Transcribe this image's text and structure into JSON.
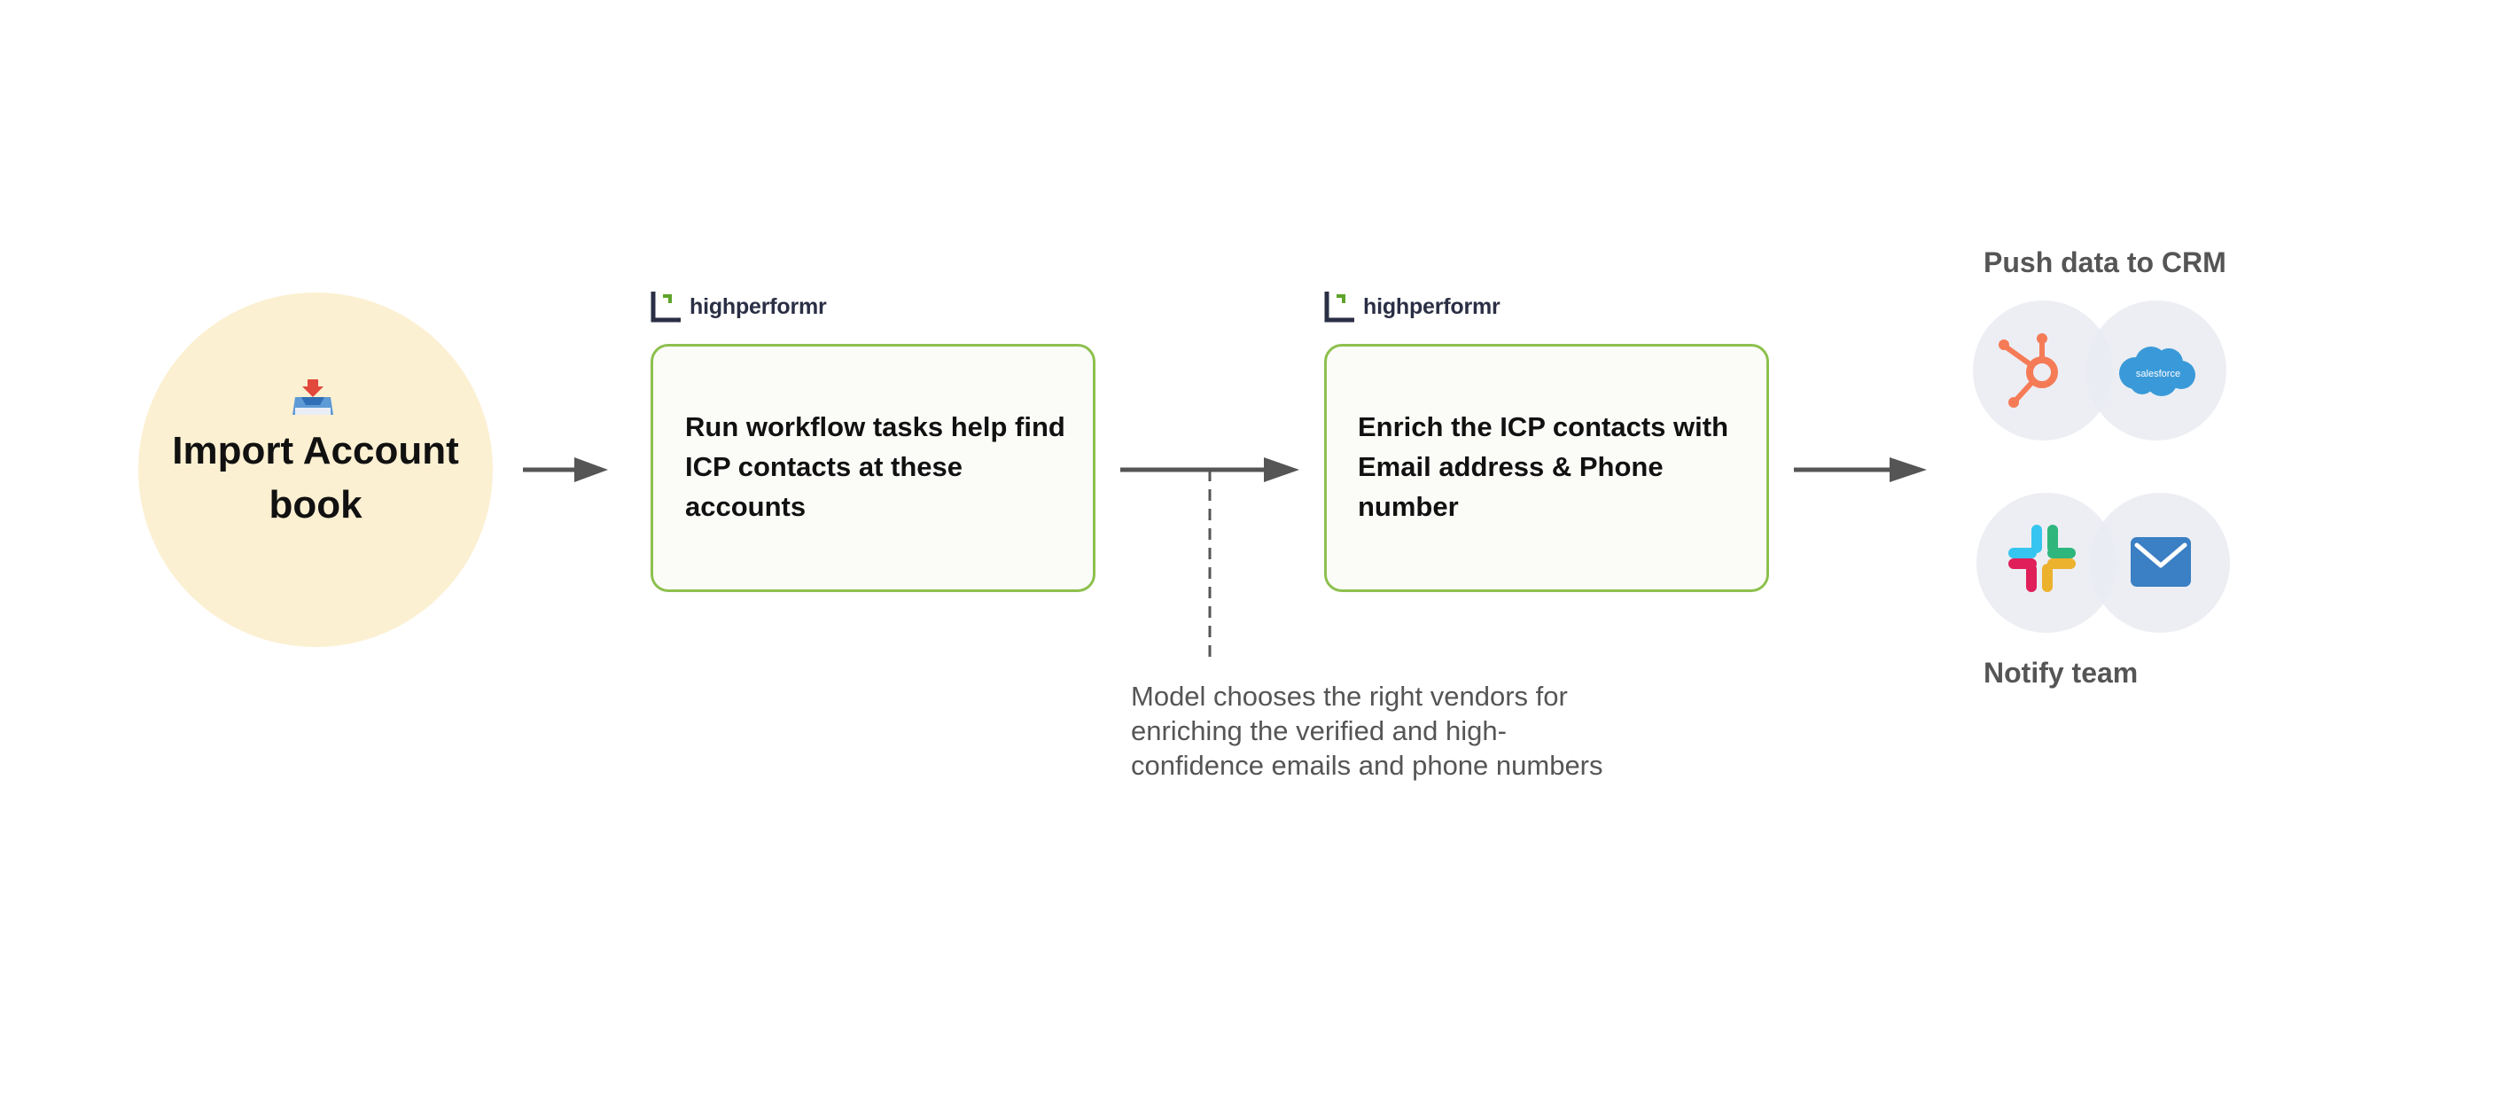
{
  "import": {
    "icon": "inbox-tray-icon",
    "title": "Import Account book"
  },
  "steps": [
    {
      "brand": "highperformr",
      "text": "Run workflow tasks help find ICP contacts at these accounts"
    },
    {
      "brand": "highperformr",
      "text": "Enrich the ICP contacts with Email address & Phone number"
    }
  ],
  "note": {
    "text": "Model chooses the right vendors for enriching the verified and high-confidence emails and phone numbers"
  },
  "crm": {
    "title": "Push data to CRM",
    "logos": [
      {
        "icon": "hubspot-icon"
      },
      {
        "icon": "salesforce-icon",
        "text": "salesforce"
      }
    ]
  },
  "notify": {
    "title": "Notify team",
    "logos": [
      {
        "icon": "slack-icon"
      },
      {
        "icon": "email-icon"
      }
    ]
  },
  "colors": {
    "accent_green": "#8dc04e",
    "circle_fill": "#fcf0d2",
    "arrow": "#555555",
    "hubspot": "#f57b56",
    "salesforce": "#3a9ad9",
    "email": "#3b7fc4"
  }
}
